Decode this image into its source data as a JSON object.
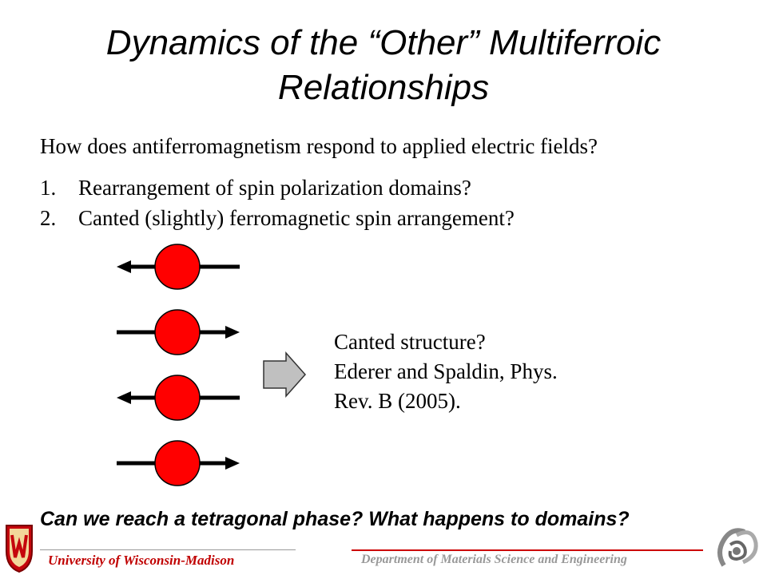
{
  "slide": {
    "title": "Dynamics of the “Other” Multiferroic Relationships",
    "question": "How does antiferromagnetism  respond to applied electric fields?",
    "items": [
      {
        "num": "1.",
        "text": "Rearrangement  of spin polarization domains?"
      },
      {
        "num": "2.",
        "text": "Canted (slightly)  ferromagnetic  spin arrangement?"
      }
    ],
    "note_lines": [
      "Canted structure?",
      "Ederer and Spaldin, Phys.",
      "Rev. B (2005)."
    ],
    "bottom_question": "Can we reach a tetragonal phase? What happens to domains?"
  },
  "spins": {
    "directions": [
      "left",
      "right",
      "left",
      "right"
    ],
    "atom_color": "#ff0000",
    "arrow_color": "#000000"
  },
  "footer": {
    "left": "University  of Wisconsin-Madison",
    "right": "Department of Materials Science and Engineering",
    "left_color": "#c00000",
    "right_color": "#999999"
  },
  "icons": [
    "uw-crest-icon",
    "department-logo-icon",
    "right-block-arrow-icon"
  ]
}
